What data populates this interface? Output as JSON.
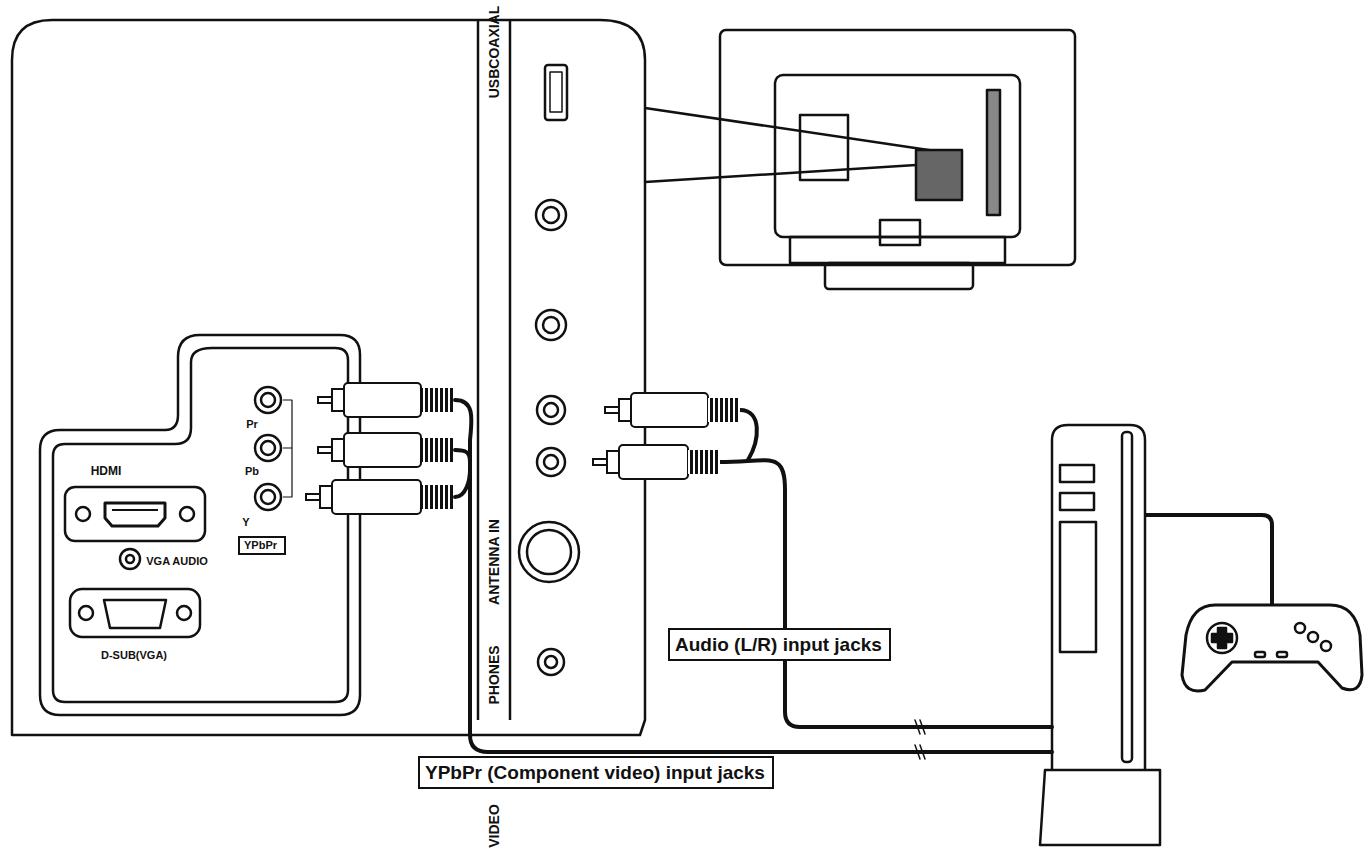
{
  "diagram": {
    "nodes": [
      {
        "text": [
          "YPbPr"
        ]
      },
      {
        "text": [
          "Audio (L/R) input jacks"
        ]
      },
      {
        "text": [
          "YPbPr (Component video) input jacks"
        ]
      }
    ],
    "labels": [
      "USBCOAXIAL",
      "ANTENNA IN",
      "PHONES",
      "VIDEO",
      "HDMI",
      "VGA AUDIO",
      "D-SUB(VGA)",
      "Pr",
      "Pb",
      "Y"
    ]
  }
}
